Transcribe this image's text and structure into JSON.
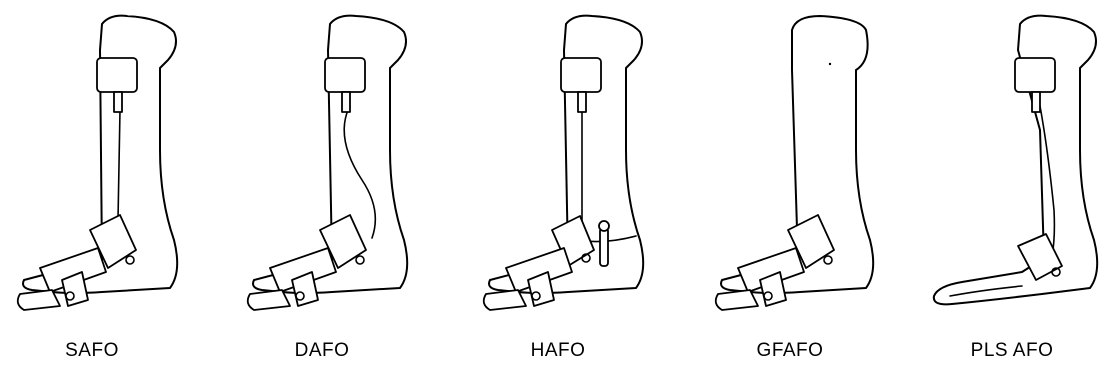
{
  "labels": {
    "safo": "SAFO",
    "dafo": "DAFO",
    "hafo": "HAFO",
    "gfafo": "GFAFO",
    "plsafo": "PLS AFO"
  }
}
